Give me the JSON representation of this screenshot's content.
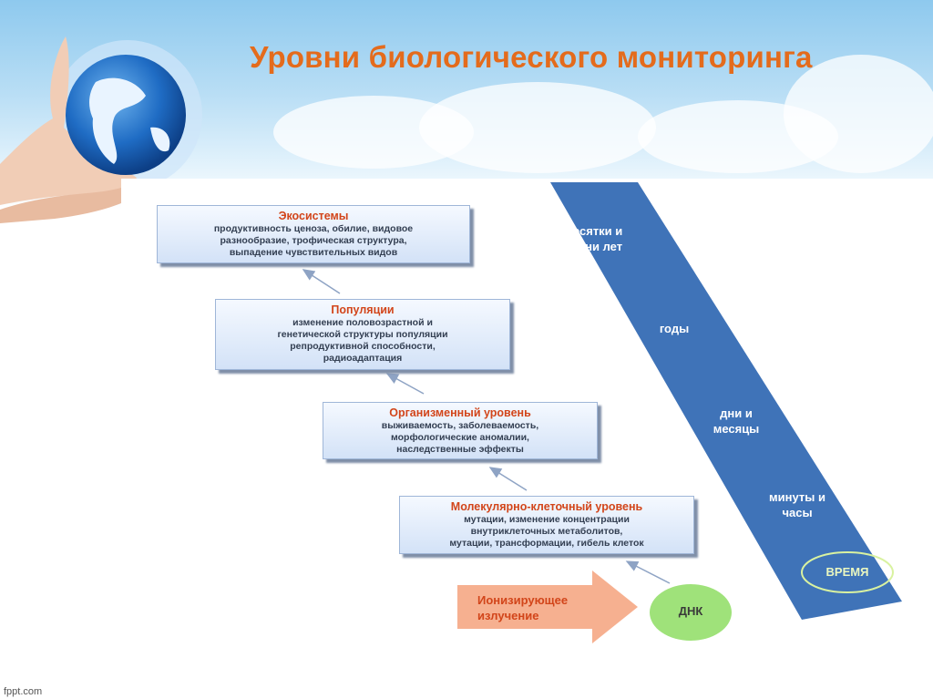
{
  "title": "Уровни биологического мониторинга",
  "levels": [
    {
      "title": "Экосистемы",
      "text": "продуктивность ценоза, обилие, видовое\nразнообразие, трофическая структура,\nвыпадение чувствительных видов"
    },
    {
      "title": "Популяции",
      "text": "изменение половозрастной и\nгенетической структуры популяции\nрепродуктивной способности,\nрадиоадаптация"
    },
    {
      "title": "Организменный уровень",
      "text": "выживаемость, заболеваемость,\nморфологические аномалии,\nнаследственные эффекты"
    },
    {
      "title": "Молекулярно-клеточный уровень",
      "text": "мутации, изменение концентрации\nвнутриклеточных метаболитов,\nмутации, трансформации, гибель клеток"
    }
  ],
  "source": "Ионизирующее\nизлучение",
  "target": "ДНК",
  "time_band": {
    "labels": [
      "десятки и\nсотни лет",
      "годы",
      "дни и\nмесяцы",
      "минуты и\nчасы"
    ],
    "axis_label": "ВРЕМЯ"
  },
  "footer": "fppt.com",
  "colors": {
    "title": "#e46b1c",
    "box_title": "#d2451a",
    "band": "#3f73b8",
    "source_arrow": "#f6b090",
    "dna_circle": "#9fe27a"
  }
}
